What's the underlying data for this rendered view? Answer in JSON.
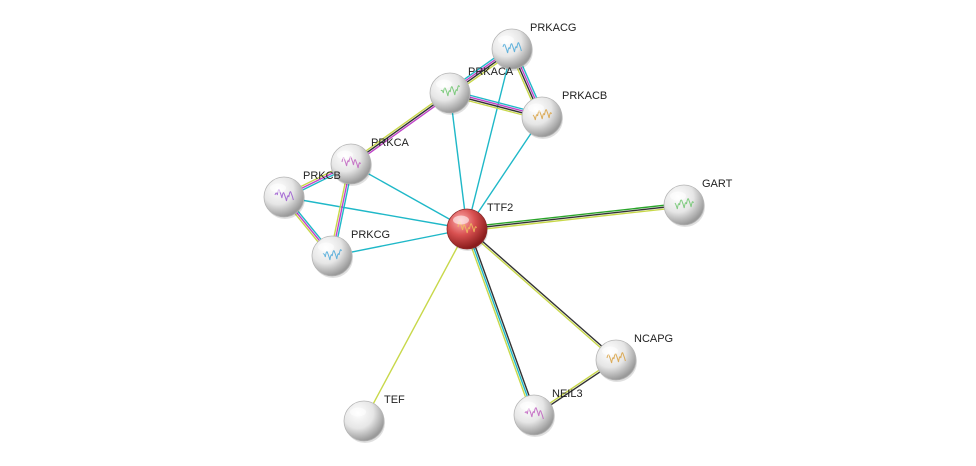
{
  "network": {
    "query_node": "TTF2",
    "nodes": [
      {
        "id": "TTF2",
        "query": true,
        "has_structure": true
      },
      {
        "id": "PRKACG",
        "query": false,
        "has_structure": true
      },
      {
        "id": "PRKACA",
        "query": false,
        "has_structure": true
      },
      {
        "id": "PRKACB",
        "query": false,
        "has_structure": true
      },
      {
        "id": "PRKCA",
        "query": false,
        "has_structure": true
      },
      {
        "id": "PRKCB",
        "query": false,
        "has_structure": true
      },
      {
        "id": "PRKCG",
        "query": false,
        "has_structure": true
      },
      {
        "id": "GART",
        "query": false,
        "has_structure": true
      },
      {
        "id": "NCAPG",
        "query": false,
        "has_structure": true
      },
      {
        "id": "NEIL3",
        "query": false,
        "has_structure": true
      },
      {
        "id": "TEF",
        "query": false,
        "has_structure": false
      }
    ],
    "edges": [
      {
        "source": "TTF2",
        "target": "PRKACG",
        "colors": [
          "#1fb8c8"
        ]
      },
      {
        "source": "TTF2",
        "target": "PRKACA",
        "colors": [
          "#1fb8c8"
        ]
      },
      {
        "source": "TTF2",
        "target": "PRKACB",
        "colors": [
          "#1fb8c8"
        ]
      },
      {
        "source": "TTF2",
        "target": "PRKCA",
        "colors": [
          "#1fb8c8"
        ]
      },
      {
        "source": "TTF2",
        "target": "PRKCB",
        "colors": [
          "#1fb8c8"
        ]
      },
      {
        "source": "TTF2",
        "target": "PRKCG",
        "colors": [
          "#1fb8c8"
        ]
      },
      {
        "source": "TTF2",
        "target": "GART",
        "colors": [
          "#2aa52a",
          "#333333",
          "#c8d84a"
        ]
      },
      {
        "source": "TTF2",
        "target": "NCAPG",
        "colors": [
          "#333333",
          "#c8d84a"
        ]
      },
      {
        "source": "TTF2",
        "target": "NEIL3",
        "colors": [
          "#333333",
          "#1fb8c8",
          "#c8d84a"
        ]
      },
      {
        "source": "TTF2",
        "target": "TEF",
        "colors": [
          "#c8d84a"
        ]
      },
      {
        "source": "NCAPG",
        "target": "NEIL3",
        "colors": [
          "#333333",
          "#c8d84a"
        ]
      },
      {
        "source": "PRKACA",
        "target": "PRKACG",
        "colors": [
          "#1fb8c8",
          "#c044c8",
          "#333333",
          "#c8d84a"
        ]
      },
      {
        "source": "PRKACA",
        "target": "PRKACB",
        "colors": [
          "#1fb8c8",
          "#c044c8",
          "#333333",
          "#c8d84a"
        ]
      },
      {
        "source": "PRKACG",
        "target": "PRKACB",
        "colors": [
          "#1fb8c8",
          "#c044c8",
          "#333333",
          "#c8d84a"
        ]
      },
      {
        "source": "PRKACA",
        "target": "PRKCA",
        "colors": [
          "#c044c8",
          "#333333",
          "#c8d84a"
        ]
      },
      {
        "source": "PRKCA",
        "target": "PRKCB",
        "colors": [
          "#1fb8c8",
          "#c044c8",
          "#c8d84a"
        ]
      },
      {
        "source": "PRKCA",
        "target": "PRKCG",
        "colors": [
          "#1fb8c8",
          "#c044c8",
          "#c8d84a"
        ]
      },
      {
        "source": "PRKCB",
        "target": "PRKCG",
        "colors": [
          "#1fb8c8",
          "#c044c8",
          "#c8d84a"
        ]
      }
    ]
  }
}
